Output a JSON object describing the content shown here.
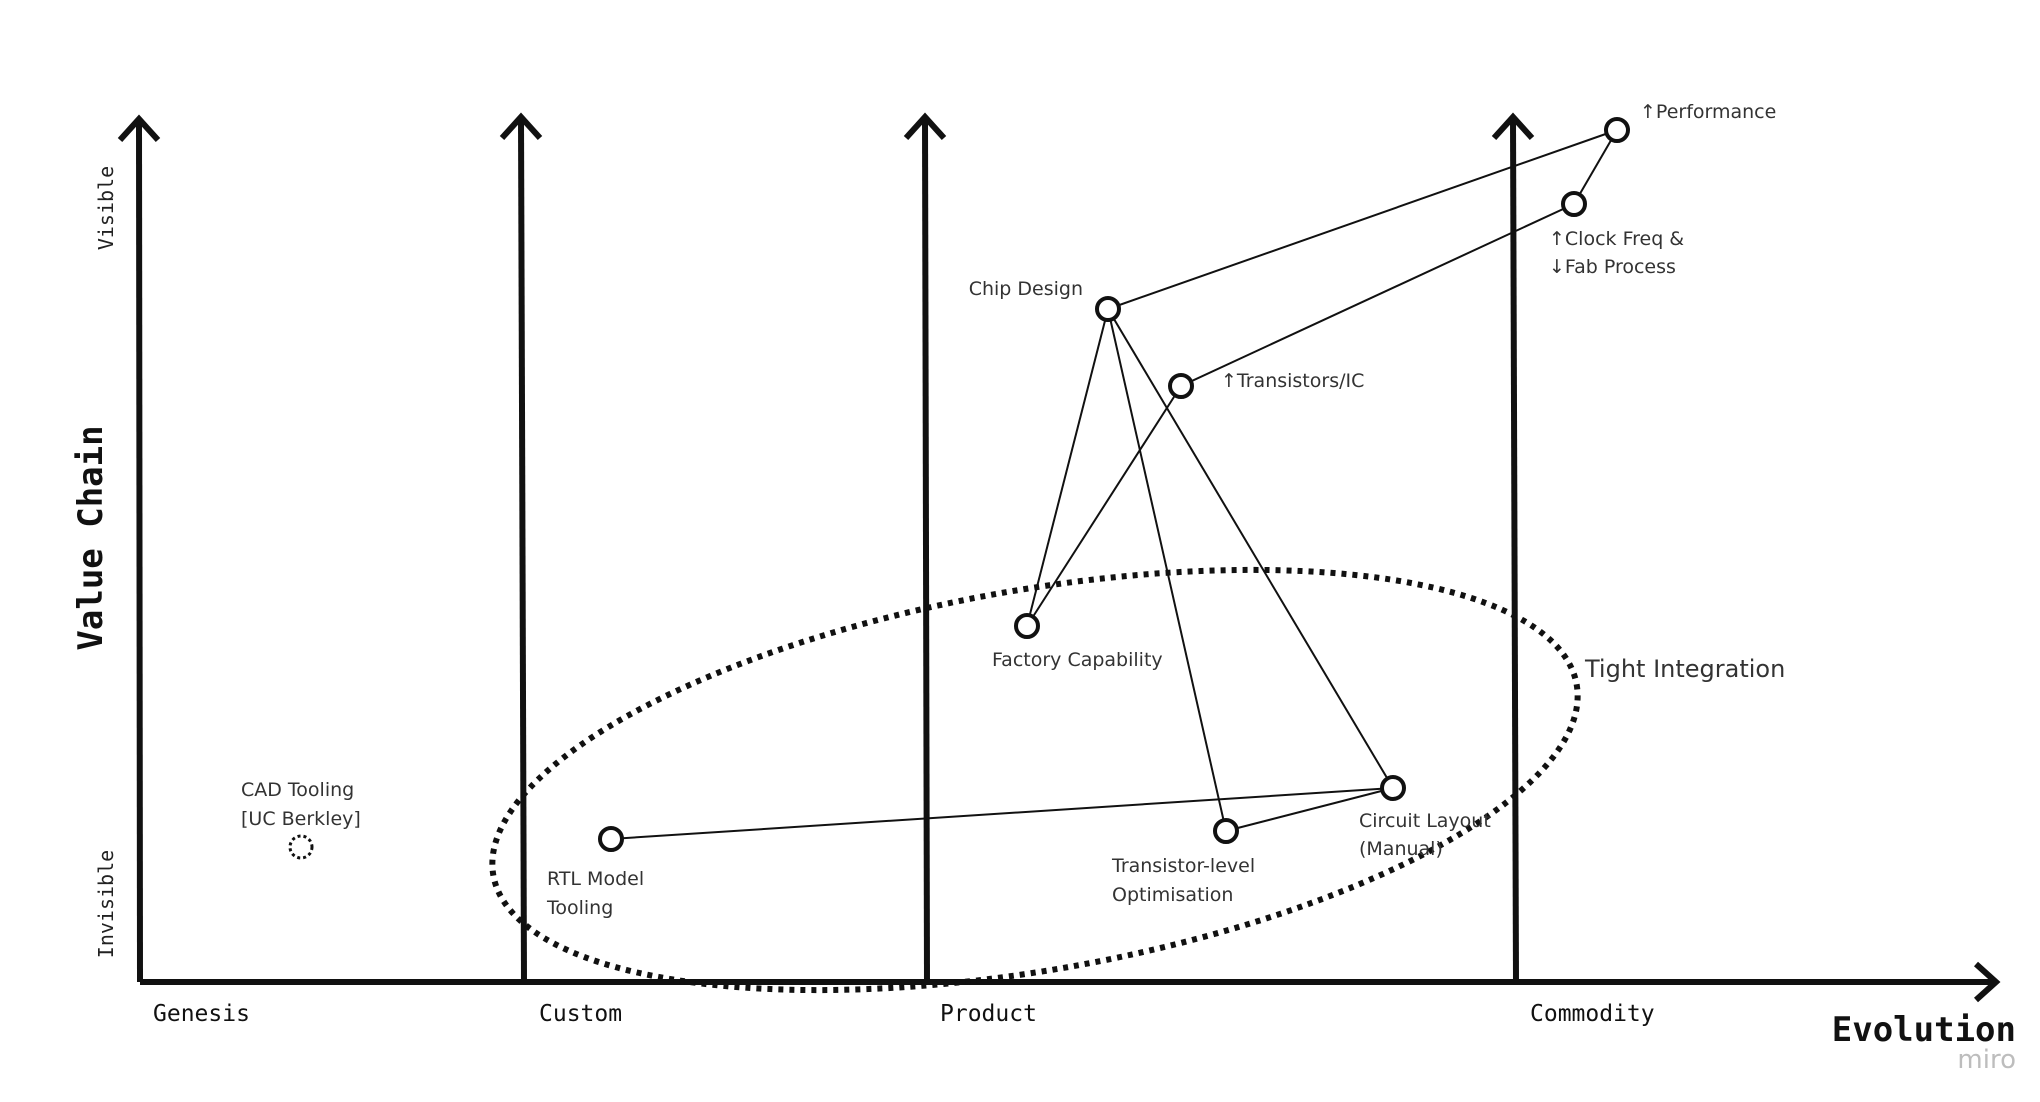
{
  "axes": {
    "y_label": "Value Chain",
    "x_label": "Evolution",
    "y_top": "Visible",
    "y_bottom": "Invisible",
    "stages": [
      "Genesis",
      "Custom",
      "Product",
      "Commodity"
    ]
  },
  "components": [
    {
      "id": "performance",
      "lines": [
        "↑Performance"
      ]
    },
    {
      "id": "clock",
      "lines": [
        "↑Clock Freq &",
        "↓Fab Process"
      ]
    },
    {
      "id": "chip",
      "lines": [
        "Chip Design"
      ]
    },
    {
      "id": "transistors",
      "lines": [
        "↑Transistors/IC"
      ]
    },
    {
      "id": "factory",
      "lines": [
        "Factory Capability"
      ]
    },
    {
      "id": "layout",
      "lines": [
        "Circuit Layout",
        "(Manual)"
      ]
    },
    {
      "id": "optim",
      "lines": [
        "Transistor-level",
        "Optimisation"
      ]
    },
    {
      "id": "rtl",
      "lines": [
        "RTL Model",
        "Tooling"
      ]
    },
    {
      "id": "cad",
      "lines": [
        "CAD Tooling",
        "[UC Berkley]"
      ]
    }
  ],
  "annotation": "Tight Integration",
  "watermark": "miro",
  "colors": {
    "ink": "#111111",
    "label": "#333333",
    "watermark": "#bdbdbd"
  }
}
